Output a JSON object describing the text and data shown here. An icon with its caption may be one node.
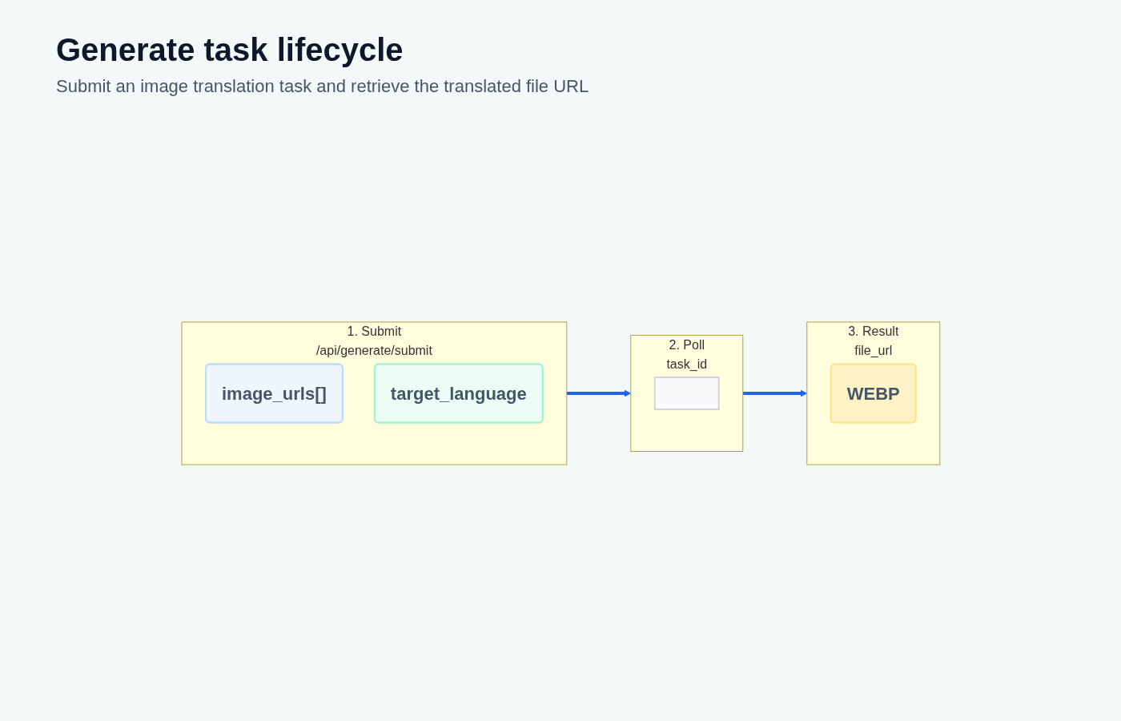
{
  "diagram": {
    "title": "Generate task lifecycle",
    "caption": "Submit an image translation task and retrieve the translated file URL",
    "nodes": [
      {
        "text": [
          "1. Submit",
          "/api/generate/submit"
        ]
      },
      {
        "text": [
          "image_urls[]"
        ],
        "in": 0
      },
      {
        "text": [
          "target_language"
        ],
        "in": 0
      },
      {
        "text": [
          "2. Poll",
          "task_id"
        ]
      },
      {
        "text": [],
        "shape": "box",
        "in": 3
      },
      {
        "text": [
          "3. Result",
          "file_url"
        ]
      },
      {
        "text": [
          "WEBP"
        ],
        "in": 5
      }
    ],
    "edges": [
      {
        "from": 0,
        "to": 3,
        "arrow": "to"
      },
      {
        "from": 3,
        "to": 5,
        "arrow": "to"
      }
    ]
  }
}
